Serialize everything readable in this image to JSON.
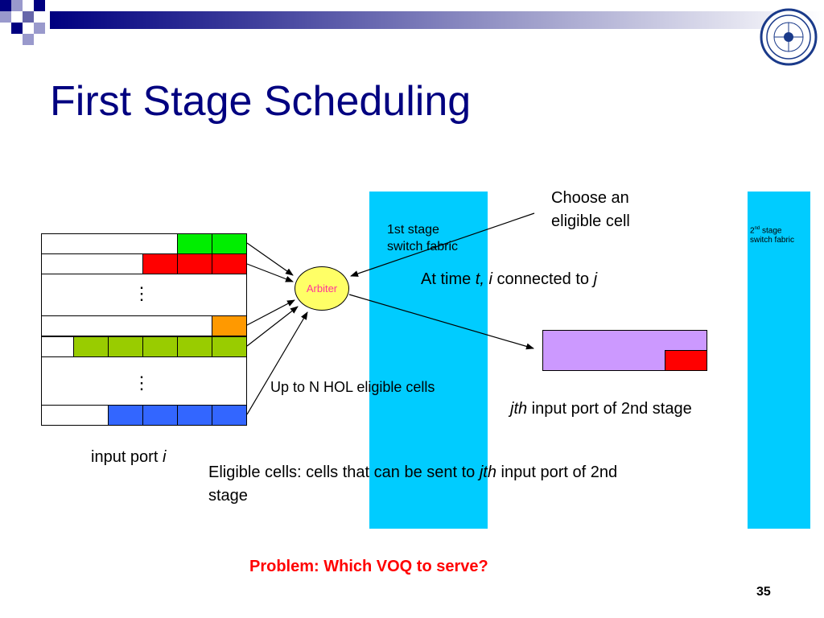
{
  "slide": {
    "title": "First Stage Scheduling",
    "slide_number": "35"
  },
  "colors": {
    "title": "#000080",
    "fabric": "#00ccff",
    "arbiter_fill": "#ffff66",
    "arbiter_text": "#ff3399",
    "problem_text": "#ff0000",
    "queue_purple": "#cc99ff"
  },
  "logo": {
    "icon": "university-seal-icon"
  },
  "diagram": {
    "first_stage_label": {
      "line1": "1st stage",
      "line2": "switch fabric"
    },
    "second_stage_label": {
      "sup": "nd",
      "pre": "2",
      "rest": " stage",
      "line2": "switch fabric"
    },
    "arbiter_label": "Arbiter",
    "choose_label": {
      "line1": "Choose an",
      "line2": "eligible cell"
    },
    "connected_label": {
      "part1": "At time ",
      "t": "t,",
      "space": " ",
      "i": "i",
      "part2": " connected to ",
      "j": "j"
    },
    "hol_label": "Up to N HOL eligible cells",
    "jth_label": {
      "jth": "jth",
      "rest": " input port of 2nd stage"
    },
    "input_port_label": {
      "text": "input port ",
      "i": "i"
    },
    "eligible_label": {
      "part1": "Eligible cells: cells that can be sent to ",
      "jth": "jth",
      "part2": " input port of 2nd",
      "line2": "stage"
    },
    "ellipsis": "⋮",
    "queues": [
      {
        "color": "#00ee00",
        "cells": 2
      },
      {
        "color": "#ff0000",
        "cells": 3
      },
      {
        "color": "#ff9900",
        "cells": 1
      },
      {
        "color": "#99cc00",
        "cells": 5
      },
      {
        "color": "#3366ff",
        "cells": 4
      }
    ]
  },
  "problem": "Problem: Which VOQ to serve?"
}
